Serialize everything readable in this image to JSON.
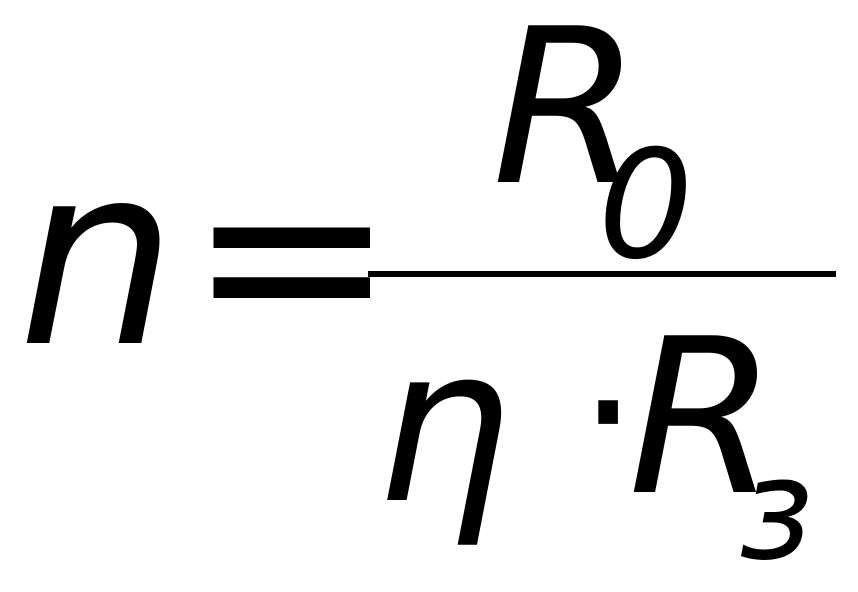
{
  "formula": {
    "lhs": "n",
    "equals": "=",
    "numerator": {
      "main": "R",
      "subscript": "0"
    },
    "denominator": {
      "eta": "η",
      "dot": "·",
      "main": "R",
      "subscript": "з"
    }
  }
}
